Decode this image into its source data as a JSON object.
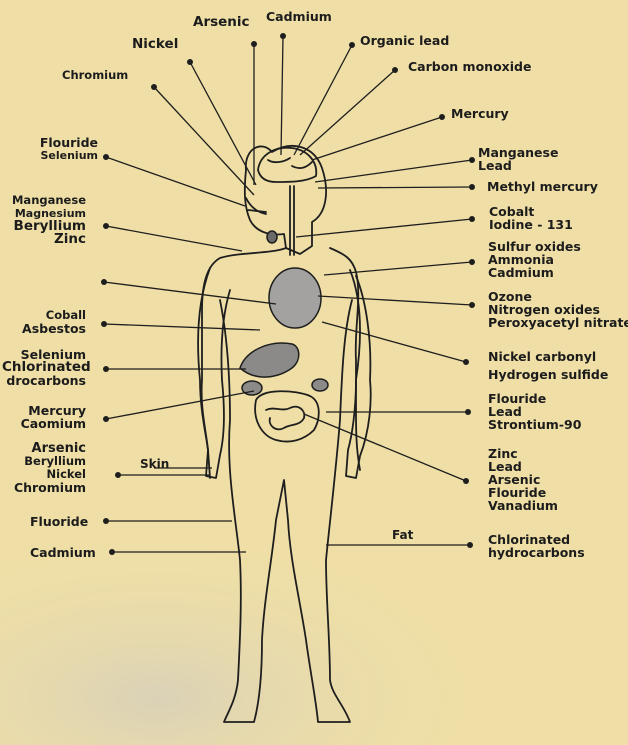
{
  "labels": {
    "arsenic_top": [
      "Arsenic"
    ],
    "cadmium_top": [
      "Cadmium"
    ],
    "nickel_top": [
      "Nickel"
    ],
    "organic_lead": [
      "Organic lead"
    ],
    "chromium_top": [
      "Chromium"
    ],
    "carbon_monoxide": [
      "Carbon monoxide"
    ],
    "mercury_top": [
      "Mercury"
    ],
    "flouride_selenium": [
      "Flouride",
      "Selenium"
    ],
    "manganese_lead": [
      "Manganese",
      "Lead"
    ],
    "methyl_mercury": [
      "Methyl mercury"
    ],
    "mn_mg_be_zn": [
      "Manganese",
      "Magnesium",
      "Beryllium",
      "Zinc"
    ],
    "cobalt_iodine": [
      "Cobalt",
      "Iodine - 131"
    ],
    "sulfur_group": [
      "Sulfur oxides",
      "Ammonia",
      "Cadmium"
    ],
    "ozone_group": [
      "Ozone",
      "Nitrogen oxides",
      "Peroxyacetyl nitrate"
    ],
    "coball_asbestos": [
      "Coball",
      "Asbestos"
    ],
    "nickel_carbonyl": [
      "Nickel carbonyl",
      "Hydrogen sulfide"
    ],
    "selenium_chlorinated": [
      "Selenium",
      "Chlorinated",
      "drocarbons"
    ],
    "mercury_caomium": [
      "Mercury",
      "Caomium"
    ],
    "flouride_lead_sr": [
      "Flouride",
      "Lead",
      "Strontium-90"
    ],
    "arsenic_group": [
      "Arsenic",
      "Beryllium",
      "Nickel",
      "Chromium"
    ],
    "skin": [
      "Skin"
    ],
    "zinc_group": [
      "Zinc",
      "Lead",
      "Arsenic",
      "Flouride",
      "Vanadium"
    ],
    "fluoride_left": [
      "Fluoride"
    ],
    "fat": [
      "Fat"
    ],
    "chlorinated_right": [
      "Chlorinated",
      "hydrocarbons"
    ],
    "cadmium_left": [
      "Cadmium"
    ]
  }
}
